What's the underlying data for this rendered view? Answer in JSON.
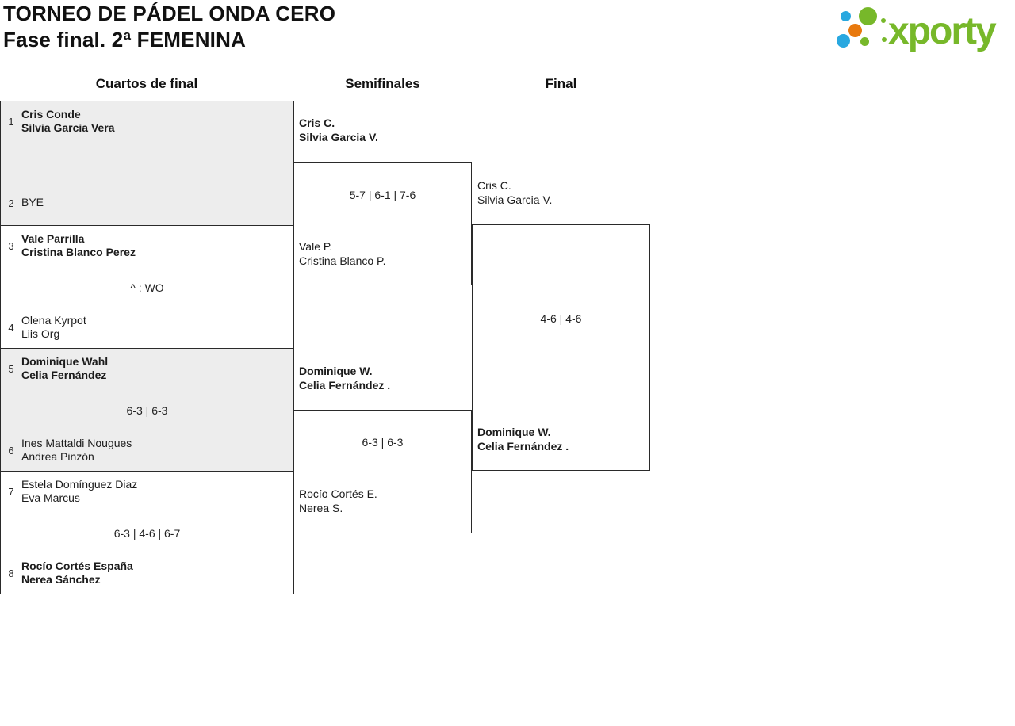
{
  "page": {
    "title": "TORNEO DE PÁDEL ONDA CERO",
    "subtitle": "Fase final. 2ª FEMENINA"
  },
  "logo": {
    "text": "xporty",
    "colors": {
      "green": "#77b82a",
      "blue": "#29a8e0",
      "orange": "#e8790e"
    }
  },
  "columns": {
    "quarterfinals": "Cuartos de final",
    "semifinals": "Semifinales",
    "final": "Final"
  },
  "theme": {
    "border": "#2a2a2a",
    "shaded_box_bg": "#ededed",
    "text": "#1c1c1c"
  },
  "bracket": {
    "quarterfinals": [
      {
        "top": {
          "seed": "1",
          "players": [
            "Cris Conde",
            "Silvia Garcia Vera"
          ],
          "winner": true
        },
        "bottom": {
          "seed": "2",
          "players": [
            "BYE",
            ""
          ],
          "winner": false
        },
        "score": ""
      },
      {
        "top": {
          "seed": "3",
          "players": [
            "Vale Parrilla",
            "Cristina Blanco Perez"
          ],
          "winner": true
        },
        "bottom": {
          "seed": "4",
          "players": [
            "Olena Kyrpot",
            "Liis Org"
          ],
          "winner": false
        },
        "score": "^ : WO"
      },
      {
        "top": {
          "seed": "5",
          "players": [
            "Dominique Wahl",
            "Celia Fernández"
          ],
          "winner": true
        },
        "bottom": {
          "seed": "6",
          "players": [
            "Ines Mattaldi Nougues",
            "Andrea Pinzón"
          ],
          "winner": false
        },
        "score": "6-3 | 6-3"
      },
      {
        "top": {
          "seed": "7",
          "players": [
            "Estela Domínguez Diaz",
            "Eva Marcus"
          ],
          "winner": false
        },
        "bottom": {
          "seed": "8",
          "players": [
            "Rocío Cortés España",
            "Nerea Sánchez"
          ],
          "winner": true
        },
        "score": "6-3 | 4-6 | 6-7"
      }
    ],
    "semifinals": [
      {
        "top": {
          "players": [
            "Cris C.",
            "Silvia Garcia V."
          ],
          "winner": true
        },
        "bottom": {
          "players": [
            "Vale P.",
            "Cristina Blanco P."
          ],
          "winner": false
        },
        "score": "5-7 | 6-1 | 7-6"
      },
      {
        "top": {
          "players": [
            "Dominique W.",
            "Celia Fernández ."
          ],
          "winner": true
        },
        "bottom": {
          "players": [
            "Rocío Cortés E.",
            "Nerea S."
          ],
          "winner": false
        },
        "score": "6-3 | 6-3"
      }
    ],
    "final": {
      "top": {
        "players": [
          "Cris C.",
          "Silvia Garcia V."
        ],
        "winner": false
      },
      "bottom": {
        "players": [
          "Dominique W.",
          "Celia Fernández ."
        ],
        "winner": true
      },
      "score": "4-6 | 4-6"
    }
  }
}
